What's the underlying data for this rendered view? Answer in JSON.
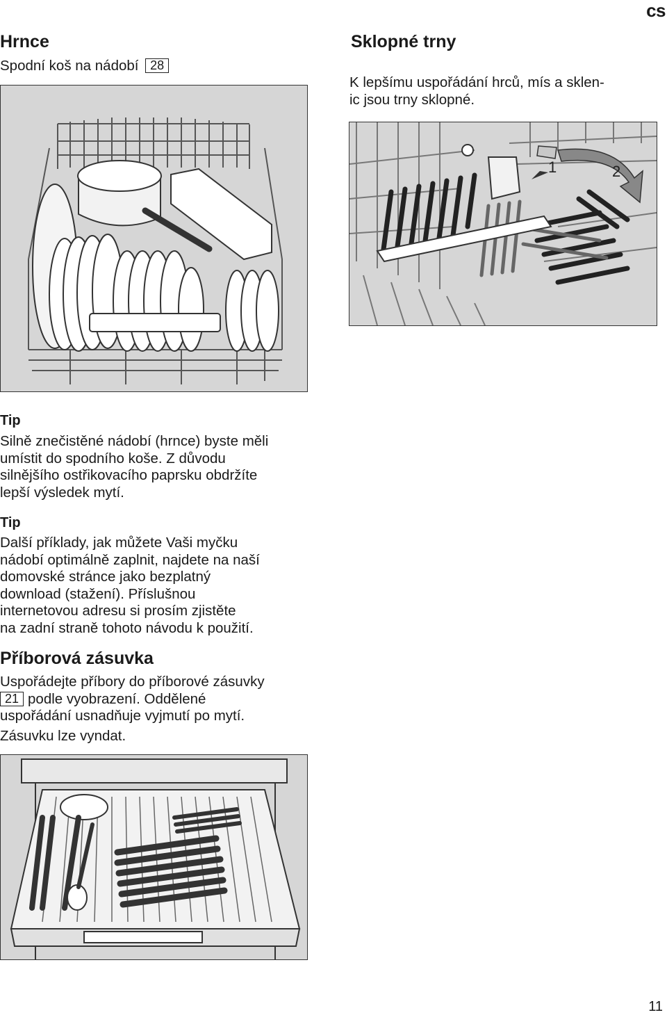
{
  "header": {
    "lang_code": "cs",
    "page_number": "11"
  },
  "left": {
    "title": "Hrnce",
    "subtitle_text": "Spodní koš na nádobí",
    "subtitle_ref": "28",
    "tip1": {
      "label": "Tip",
      "lines": [
        "Silně znečistěné nádobí (hrnce) byste měli",
        "umístit do spodního koše. Z důvodu",
        "silnějšího ostřikovacího paprsku obdržíte",
        "lepší výsledek mytí."
      ]
    },
    "tip2": {
      "label": "Tip",
      "lines": [
        "Další příklady, jak můžete Vaši myčku",
        "nádobí optimálně zaplnit, najdete na naší",
        "domovské stránce jako bezplatný",
        "download (stažení). Příslušnou",
        "internetovou adresu si prosím zjistěte",
        "na zadní straně tohoto návodu k použití."
      ]
    },
    "cutlery": {
      "title": "Příborová zásuvka",
      "line1": "Uspořádejte příbory do příborové zásuvky",
      "ref": "21",
      "line2_rest": "podle vyobrazení. Oddělené",
      "line3": "uspořádání usnadňuje vyjmutí po mytí.",
      "line4": "Zásuvku lze vyndat."
    }
  },
  "right": {
    "title": "Sklopné trny",
    "lines": [
      "K lepšímu uspořádání hrců, mís a sklen-",
      "ic  jsou trny sklopné."
    ],
    "figure_labels": {
      "one": "1",
      "two": "2"
    }
  },
  "colors": {
    "figure_bg": "#d6d6d6",
    "ink": "#1a1a1a"
  }
}
